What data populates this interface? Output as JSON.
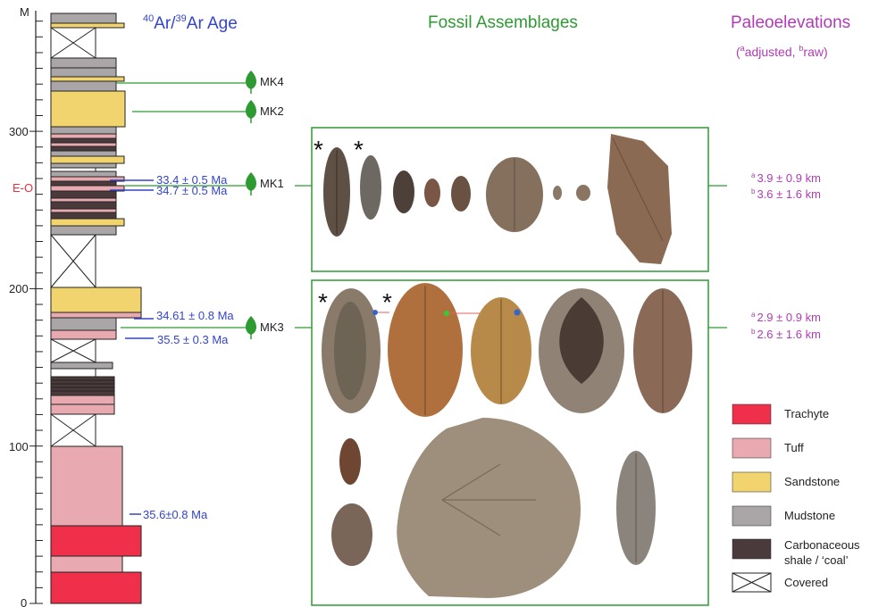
{
  "axis": {
    "unit": "M",
    "ticks": [
      "300",
      "200",
      "100",
      "0"
    ],
    "eo_label": "E-O"
  },
  "headers": {
    "age_title_pre": "40",
    "age_title_mid": "Ar/",
    "age_title_sup2": "39",
    "age_title_post": "Ar Age",
    "fossil_title": "Fossil Assemblages",
    "paleo_title": "Paleoelevations",
    "paleo_sub_open": "(",
    "paleo_sub_a": "a",
    "paleo_sub_adjusted": "adjusted, ",
    "paleo_sub_b": "b",
    "paleo_sub_raw": "raw)"
  },
  "ages": [
    {
      "label": "33.4 ± 0.5 Ma"
    },
    {
      "label": "34.7 ± 0.5 Ma"
    },
    {
      "label": "34.61 ± 0.8 Ma"
    },
    {
      "label": "35.5 ± 0.3 Ma"
    },
    {
      "label": "35.6±0.8 Ma"
    }
  ],
  "sites": [
    {
      "label": "MK4"
    },
    {
      "label": "MK2"
    },
    {
      "label": "MK1"
    },
    {
      "label": "MK3"
    }
  ],
  "elevations": {
    "mk1": {
      "a_sup": "a",
      "a_val": "3.9 ± 0.9 km",
      "b_sup": "b",
      "b_val": "3.6 ± 1.6 km"
    },
    "mk3": {
      "a_sup": "a",
      "a_val": "2.9 ± 0.9 km",
      "b_sup": "b",
      "b_val": "2.6 ± 1.6 km"
    }
  },
  "legend": [
    {
      "label": "Trachyte",
      "color": "#f0304a"
    },
    {
      "label": "Tuff",
      "color": "#e8a9b0"
    },
    {
      "label": "Sandstone",
      "color": "#f2d46e"
    },
    {
      "label": "Mudstone",
      "color": "#aaa5a6"
    },
    {
      "label": "Carbonaceous",
      "label2": "shale / ‘coal’",
      "color": "#4a3a3c"
    },
    {
      "label": "Covered",
      "color": "#ffffff"
    }
  ],
  "asterisk": "*",
  "colors": {
    "blue": "#3344cc",
    "green": "#2e9a32",
    "purple": "#b03bb5",
    "red": "#e8303c"
  }
}
